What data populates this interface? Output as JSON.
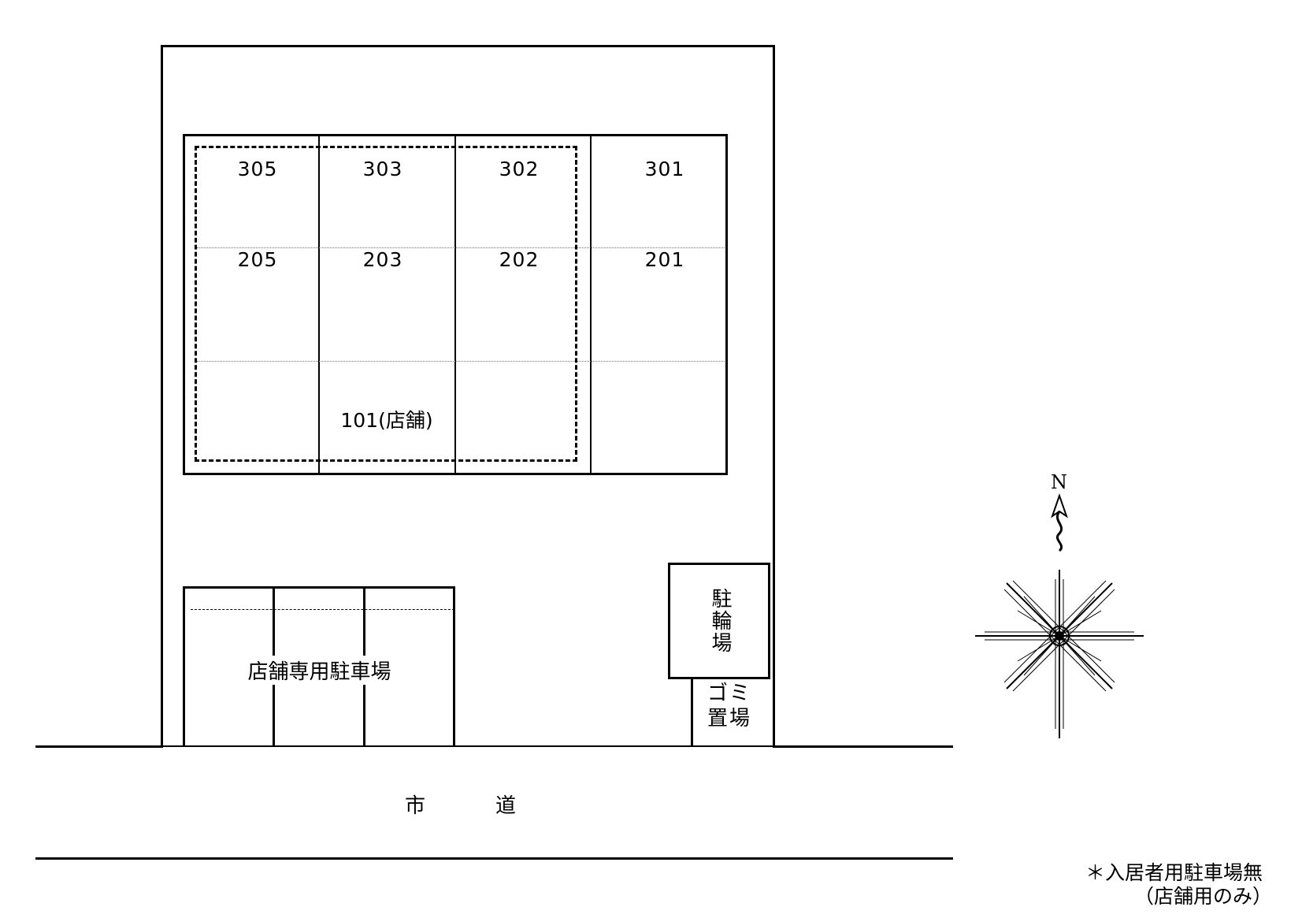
{
  "units": {
    "row3": [
      "305",
      "303",
      "302",
      "301"
    ],
    "row2": [
      "205",
      "203",
      "202",
      "201"
    ],
    "shop": "101(店舗)"
  },
  "parking": {
    "label": "店舗専用駐車場"
  },
  "bike_parking": {
    "label": "駐輪場"
  },
  "garbage": {
    "label": "ゴミ置場"
  },
  "road": {
    "label_left": "市",
    "label_right": "道"
  },
  "compass": {
    "north": "N"
  },
  "note": {
    "line1": "＊入居者用駐車場無",
    "line2": "（店舗用のみ）"
  }
}
